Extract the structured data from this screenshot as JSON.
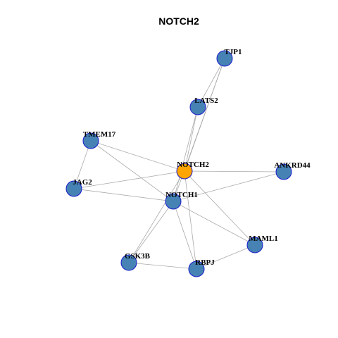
{
  "title": "NOTCH2",
  "colors": {
    "node_fill": "#4682B4",
    "node_border": "#1A1ACC",
    "focus_fill": "#FFA500",
    "edge": "#AAAAAA"
  },
  "nodes": [
    {
      "id": "TJP1",
      "label": "TJP1",
      "focus": false
    },
    {
      "id": "LATS2",
      "label": "LATS2",
      "focus": false
    },
    {
      "id": "TMEM17",
      "label": "TMEM17",
      "focus": false
    },
    {
      "id": "NOTCH2",
      "label": "NOTCH2",
      "focus": true
    },
    {
      "id": "ANKRD44",
      "label": "ANKRD44",
      "focus": false
    },
    {
      "id": "JAG2",
      "label": "JAG2",
      "focus": false
    },
    {
      "id": "NOTCH1",
      "label": "NOTCH1",
      "focus": false
    },
    {
      "id": "MAML1",
      "label": "MAML1",
      "focus": false
    },
    {
      "id": "GSK3B",
      "label": "GSK3B",
      "focus": false
    },
    {
      "id": "RBPJ",
      "label": "RBPJ",
      "focus": false
    }
  ],
  "edges": [
    [
      "TJP1",
      "LATS2"
    ],
    [
      "TJP1",
      "NOTCH2"
    ],
    [
      "TJP1",
      "NOTCH1"
    ],
    [
      "LATS2",
      "NOTCH2"
    ],
    [
      "LATS2",
      "NOTCH1"
    ],
    [
      "TMEM17",
      "NOTCH2"
    ],
    [
      "TMEM17",
      "JAG2"
    ],
    [
      "TMEM17",
      "NOTCH1"
    ],
    [
      "JAG2",
      "NOTCH2"
    ],
    [
      "JAG2",
      "NOTCH1"
    ],
    [
      "NOTCH2",
      "ANKRD44"
    ],
    [
      "NOTCH2",
      "MAML1"
    ],
    [
      "NOTCH2",
      "RBPJ"
    ],
    [
      "NOTCH2",
      "GSK3B"
    ],
    [
      "NOTCH1",
      "ANKRD44"
    ],
    [
      "NOTCH1",
      "MAML1"
    ],
    [
      "NOTCH1",
      "RBPJ"
    ],
    [
      "NOTCH1",
      "GSK3B"
    ],
    [
      "MAML1",
      "RBPJ"
    ],
    [
      "GSK3B",
      "RBPJ"
    ]
  ]
}
